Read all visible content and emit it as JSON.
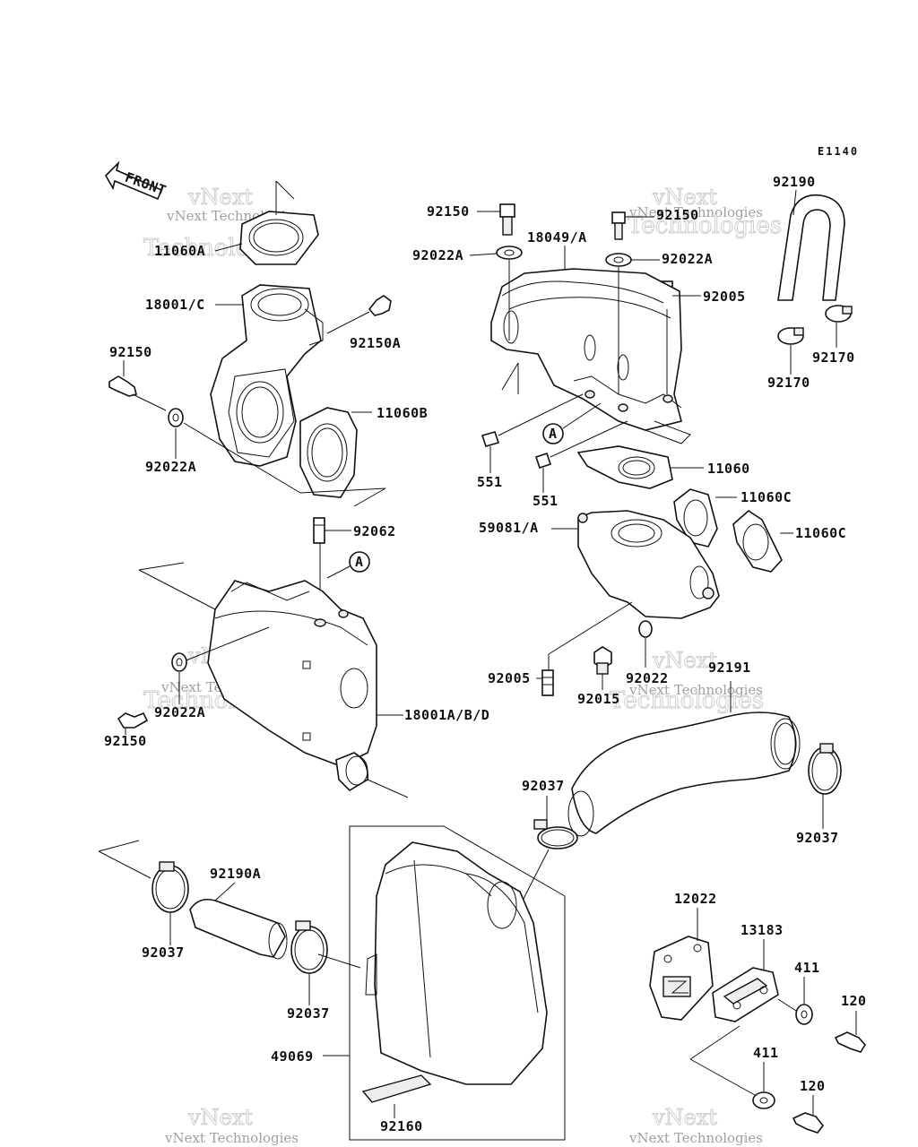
{
  "diagram_code": "E1140",
  "front_label": "FRONT",
  "watermark": {
    "line1": "vNext",
    "line2": "vNext Technologies",
    "line3": "Technologies"
  },
  "callout_letter": "A",
  "parts": [
    {
      "id": "p11060A",
      "text": "11060A"
    },
    {
      "id": "p18001C",
      "text": "18001/C"
    },
    {
      "id": "p92150a",
      "text": "92150"
    },
    {
      "id": "p92150A",
      "text": "92150A"
    },
    {
      "id": "p92022Aa",
      "text": "92022A"
    },
    {
      "id": "p11060B",
      "text": "11060B"
    },
    {
      "id": "p92150b",
      "text": "92150"
    },
    {
      "id": "p92022Ab",
      "text": "92022A"
    },
    {
      "id": "p18049A",
      "text": "18049/A"
    },
    {
      "id": "p92150c",
      "text": "92150"
    },
    {
      "id": "p92022Ac",
      "text": "92022A"
    },
    {
      "id": "p92005a",
      "text": "92005"
    },
    {
      "id": "p92190",
      "text": "92190"
    },
    {
      "id": "p92170a",
      "text": "92170"
    },
    {
      "id": "p92170b",
      "text": "92170"
    },
    {
      "id": "p551a",
      "text": "551"
    },
    {
      "id": "p551b",
      "text": "551"
    },
    {
      "id": "p11060",
      "text": "11060"
    },
    {
      "id": "p11060Ca",
      "text": "11060C"
    },
    {
      "id": "p11060Cb",
      "text": "11060C"
    },
    {
      "id": "p59081A",
      "text": "59081/A"
    },
    {
      "id": "p92062",
      "text": "92062"
    },
    {
      "id": "p92022Ad",
      "text": "92022A"
    },
    {
      "id": "p92150d",
      "text": "92150"
    },
    {
      "id": "p18001ABD",
      "text": "18001A/B/D"
    },
    {
      "id": "p92005b",
      "text": "92005"
    },
    {
      "id": "p92015",
      "text": "92015"
    },
    {
      "id": "p92022",
      "text": "92022"
    },
    {
      "id": "p92191",
      "text": "92191"
    },
    {
      "id": "p92037a",
      "text": "92037"
    },
    {
      "id": "p92037b",
      "text": "92037"
    },
    {
      "id": "p92190A",
      "text": "92190A"
    },
    {
      "id": "p92037c",
      "text": "92037"
    },
    {
      "id": "p92037d",
      "text": "92037"
    },
    {
      "id": "p49069",
      "text": "49069"
    },
    {
      "id": "p92160",
      "text": "92160"
    },
    {
      "id": "p12022",
      "text": "12022"
    },
    {
      "id": "p13183",
      "text": "13183"
    },
    {
      "id": "p411a",
      "text": "411"
    },
    {
      "id": "p411b",
      "text": "411"
    },
    {
      "id": "p120a",
      "text": "120"
    },
    {
      "id": "p120b",
      "text": "120"
    }
  ]
}
